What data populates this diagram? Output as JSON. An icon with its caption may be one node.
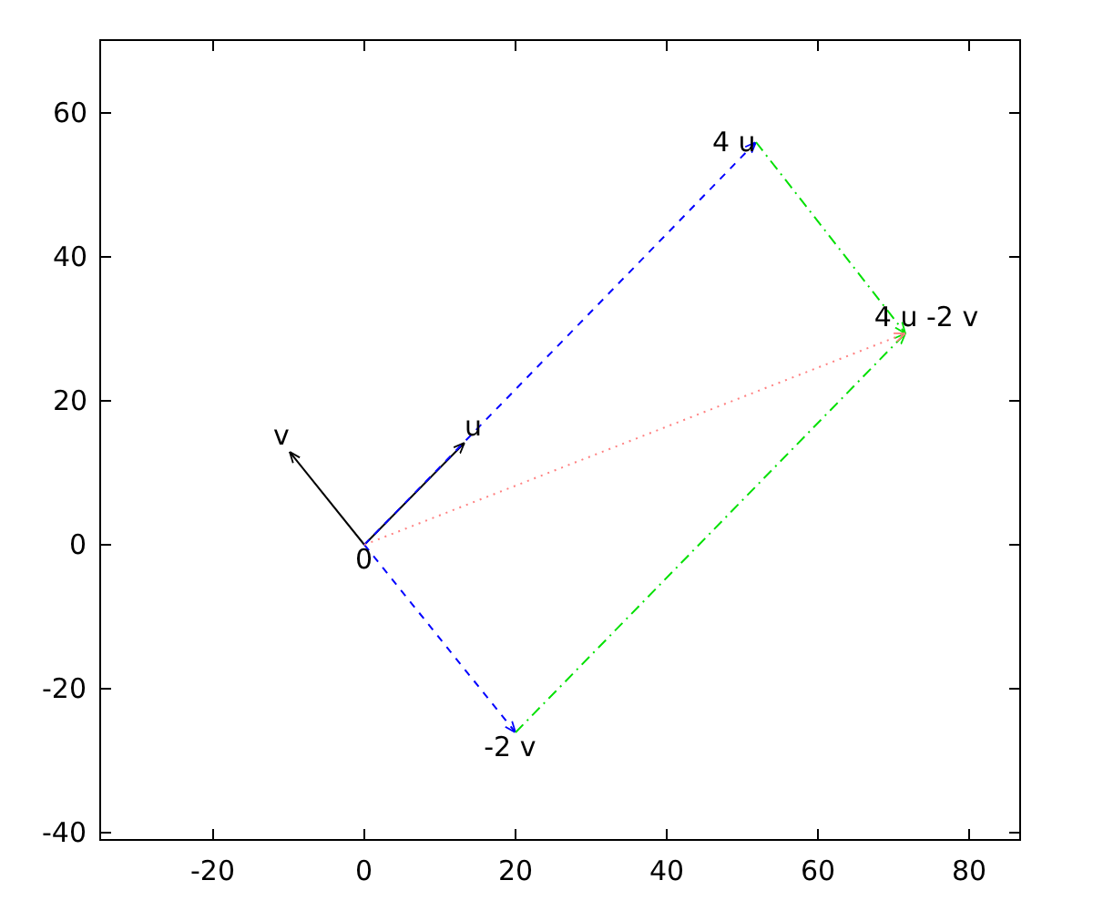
{
  "diagram": {
    "nodes": [
      {
        "text": [
          "0"
        ]
      },
      {
        "text": [
          "u"
        ]
      },
      {
        "text": [
          "v"
        ]
      },
      {
        "text": [
          "4 u"
        ]
      },
      {
        "text": [
          "-2 v"
        ]
      },
      {
        "text": [
          "4 u -2 v"
        ]
      }
    ],
    "edges": [
      {
        "from": 0,
        "to": 1,
        "arrow": "to"
      },
      {
        "from": 0,
        "to": 2,
        "arrow": "to"
      },
      {
        "from": 0,
        "to": 3,
        "arrow": "to",
        "style": "dashed",
        "color": "#0000ff"
      },
      {
        "from": 0,
        "to": 4,
        "arrow": "to",
        "style": "dashed",
        "color": "#0000ff"
      },
      {
        "from": 3,
        "to": 5,
        "arrow": "to",
        "style": "dashed",
        "color": "#00e000"
      },
      {
        "from": 4,
        "to": 5,
        "arrow": "to",
        "style": "dashed",
        "color": "#00e000"
      },
      {
        "from": 0,
        "to": 5,
        "arrow": "to",
        "style": "dashed",
        "color": "#ff8080"
      }
    ],
    "labels": [
      "60",
      "40",
      "20",
      "0",
      "-20",
      "-40",
      "-20",
      "0",
      "20",
      "40",
      "60",
      "80"
    ]
  }
}
